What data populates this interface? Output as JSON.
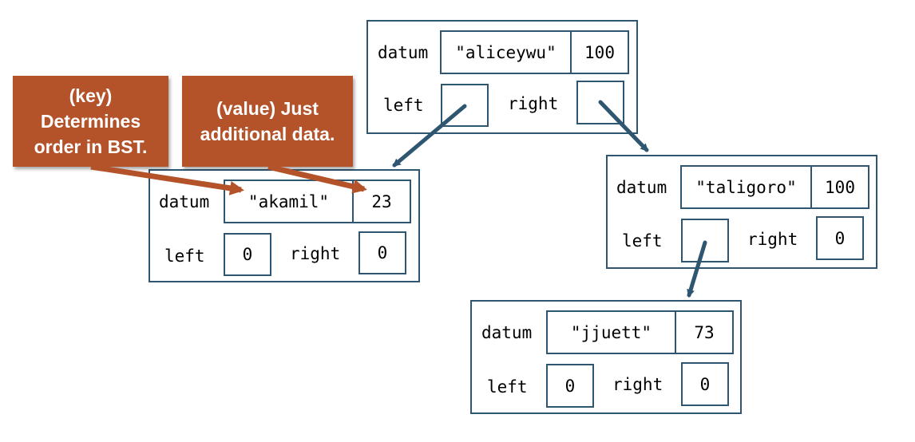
{
  "colors": {
    "node_border": "#2e5670",
    "callout_bg": "#b4532a",
    "callout_text": "#ffffff",
    "callout_arrow": "#b4532a",
    "pointer_arrow": "#2e5670"
  },
  "callouts": {
    "key": "(key) Determines order in BST.",
    "value": "(value) Just additional data."
  },
  "nodes": {
    "root": {
      "datum_label": "datum",
      "key": "\"aliceywu\"",
      "value": "100",
      "left_label": "left",
      "left_value": "",
      "right_label": "right",
      "right_value": ""
    },
    "left": {
      "datum_label": "datum",
      "key": "\"akamil\"",
      "value": "23",
      "left_label": "left",
      "left_value": "0",
      "right_label": "right",
      "right_value": "0"
    },
    "right": {
      "datum_label": "datum",
      "key": "\"taligoro\"",
      "value": "100",
      "left_label": "left",
      "left_value": "",
      "right_label": "right",
      "right_value": "0"
    },
    "rl": {
      "datum_label": "datum",
      "key": "\"jjuett\"",
      "value": "73",
      "left_label": "left",
      "left_value": "0",
      "right_label": "right",
      "right_value": "0"
    }
  }
}
